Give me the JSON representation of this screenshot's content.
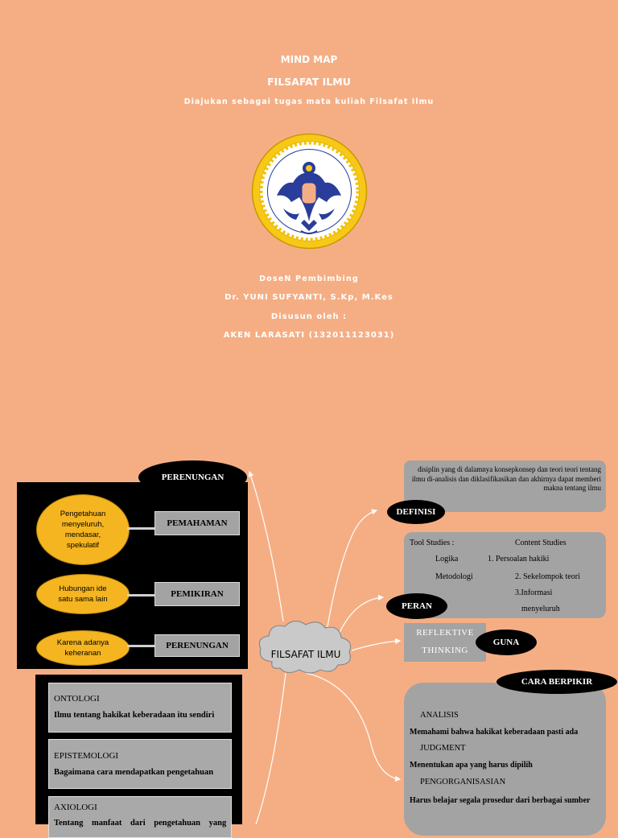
{
  "cover": {
    "title1": "MIND MAP",
    "title2": "FILSAFAT ILMU",
    "subtitle": "Diajukan sebagai tugas mata kuliah Filsafat Ilmu",
    "dosen_label": "DoseN Pembimbing",
    "dosen_name": "Dr. YUNI SUFYANTI, S.Kp, M.Kes",
    "disusun_label": "Disusun oleh :",
    "author": "AKEN LARASATI (132011123031)"
  },
  "mindmap": {
    "center": "FILSAFAT ILMU",
    "perenungan_title": "PERENUNGAN",
    "rows": [
      {
        "ellipse": "Pengetahuan menyeluruh, mendasar, spekulatif",
        "label": "PEMAHAMAN"
      },
      {
        "ellipse": "Hubungan ide satu sama lain",
        "label": "PEMIKIRAN"
      },
      {
        "ellipse": "Karena adanya keheranan",
        "label": "PERENUNGAN"
      }
    ],
    "left_boxes": [
      {
        "title": "ONTOLOGI",
        "text": "Ilmu tentang hakikat keberadaan itu sendiri"
      },
      {
        "title": "EPISTEMOLOGI",
        "text": "Bagaimana cara mendapatkan pengetahuan"
      },
      {
        "title": "AXIOLOGI",
        "text": "Tentang manfaat dari pengetahuan yang"
      }
    ],
    "definisi": {
      "label": "DEFINISI",
      "text": "disiplin yang di dalamnya konsepkonsep dan teori teori tentang ilmu di-analisis dan diklasifikasikan dan akhirnya dapat memberi makna tentang ilmu"
    },
    "peran": {
      "label": "PERAN",
      "tool_title": "Tool Studies :",
      "content_title": "Content Studies",
      "tool_items": [
        "Logika",
        "Metodologi"
      ],
      "content_items": [
        "1. Persoalan hakiki",
        "2. Sekelompok teori",
        "3.Informasi",
        "menyeluruh"
      ]
    },
    "guna": {
      "label": "GUNA",
      "line1": "REFLEKTIVE",
      "line2": "THINKING"
    },
    "cara": {
      "label": "CARA BERPIKIR",
      "h1": "ANALISIS",
      "t1": "Memahami bahwa hakikat keberadaan pasti ada",
      "h2": "JUDGMENT",
      "t2": "Menentukan apa yang harus dipilih",
      "h3": "PENGORGANISASIAN",
      "t3": "Harus belajar segala prosedur dari berbagai sumber"
    }
  },
  "colors": {
    "background": "#f5ae84",
    "panel": "#000000",
    "box": "#a3a3a3",
    "ellipse": "#f5b521"
  }
}
